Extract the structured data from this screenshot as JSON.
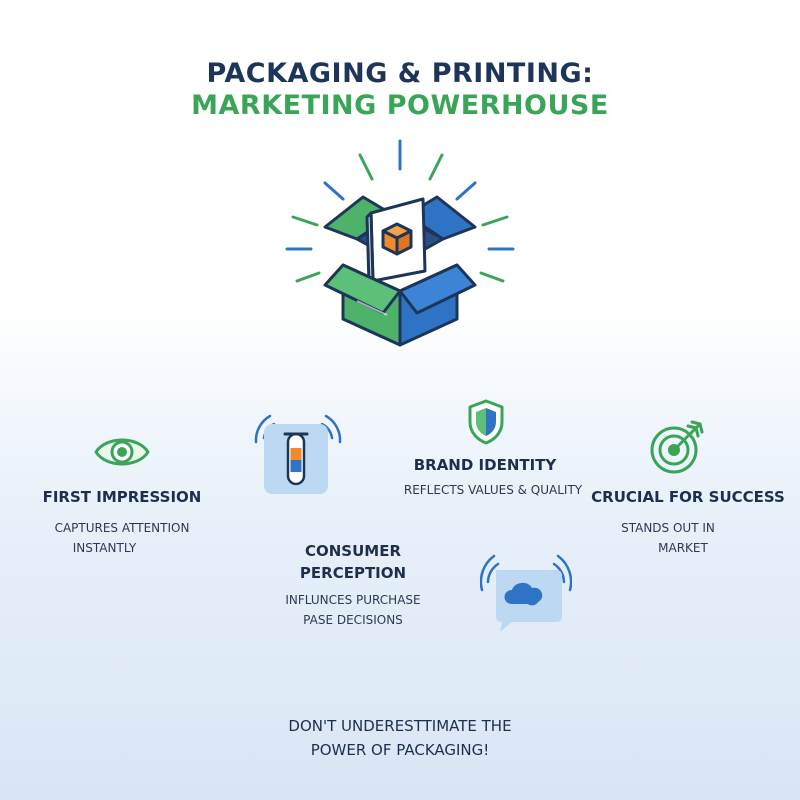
{
  "header": {
    "title_line1": "PACKAGING & PRINTING:",
    "title_line2": "MARKETING POWERHOUSE"
  },
  "colors": {
    "navy": "#1d3559",
    "green": "#3aa558",
    "blue": "#2f73c4",
    "orange": "#f08a2c"
  },
  "hero": {
    "icon": "open-box-icon"
  },
  "features": {
    "first_impression": {
      "icon": "eye-icon",
      "title": "FIRST IMPRESSION",
      "line1": "CAPTURES ATTENTION",
      "line2": "INSTANTLY"
    },
    "brand_identity": {
      "icon": "shield-icon",
      "title": "BRAND IDENTITY",
      "line1": "REFLECTS VALUES & QUALITY"
    },
    "crucial_success": {
      "icon": "target-icon",
      "title": "CRUCIAL FOR SUCCESS",
      "line1": "STANDS OUT IN",
      "line2": "MARKET"
    },
    "consumer_perception": {
      "title_line1": "CONSUMER",
      "title_line2": "PERCEPTION",
      "line1": "INFLUNCES PURCHASE",
      "line2": "PASE DECISIONS"
    }
  },
  "decor": {
    "tube_icon": "test-tube-icon",
    "chat_icon": "chat-bubble-icon"
  },
  "footer": {
    "line1": "DON'T UNDERESTTIMATE THE",
    "line2": "POWER OF PACKAGING!"
  }
}
